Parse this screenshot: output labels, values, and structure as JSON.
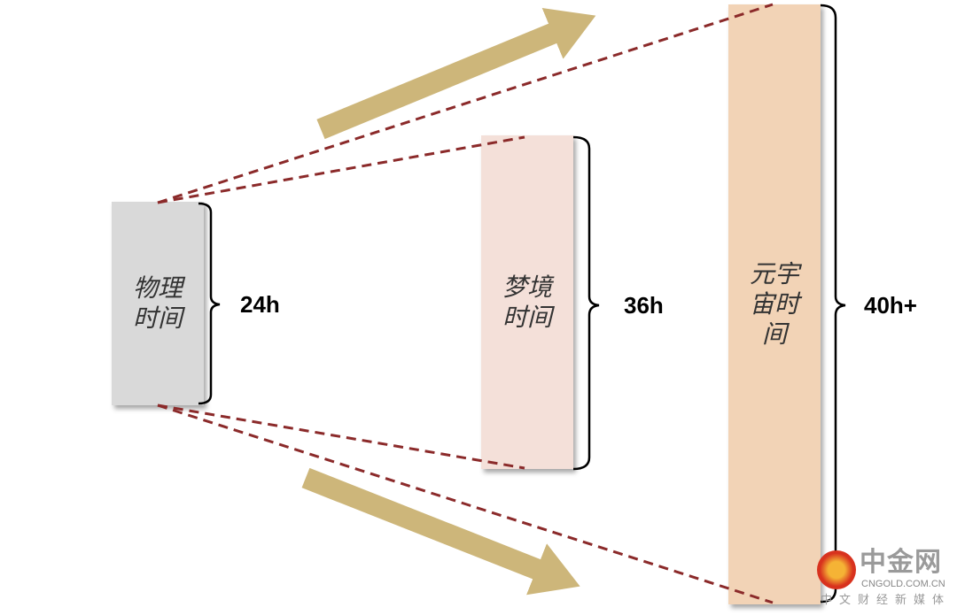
{
  "boxes": [
    {
      "label": "物理时间",
      "hours": "24h",
      "color": "#d9d9d9"
    },
    {
      "label": "梦境时间",
      "hours": "36h",
      "color": "#f4e0d9"
    },
    {
      "label": "元宇宙时间",
      "hours": "40h+",
      "color": "#f2d3b6"
    }
  ],
  "colors": {
    "dashed_line": "#8b2a2a",
    "arrow": "#cdb67a",
    "brace": "#000000"
  },
  "watermark": {
    "title": "中金网",
    "url": "CNGOLD.COM.CN",
    "subtitle": "中文财经新媒体"
  }
}
